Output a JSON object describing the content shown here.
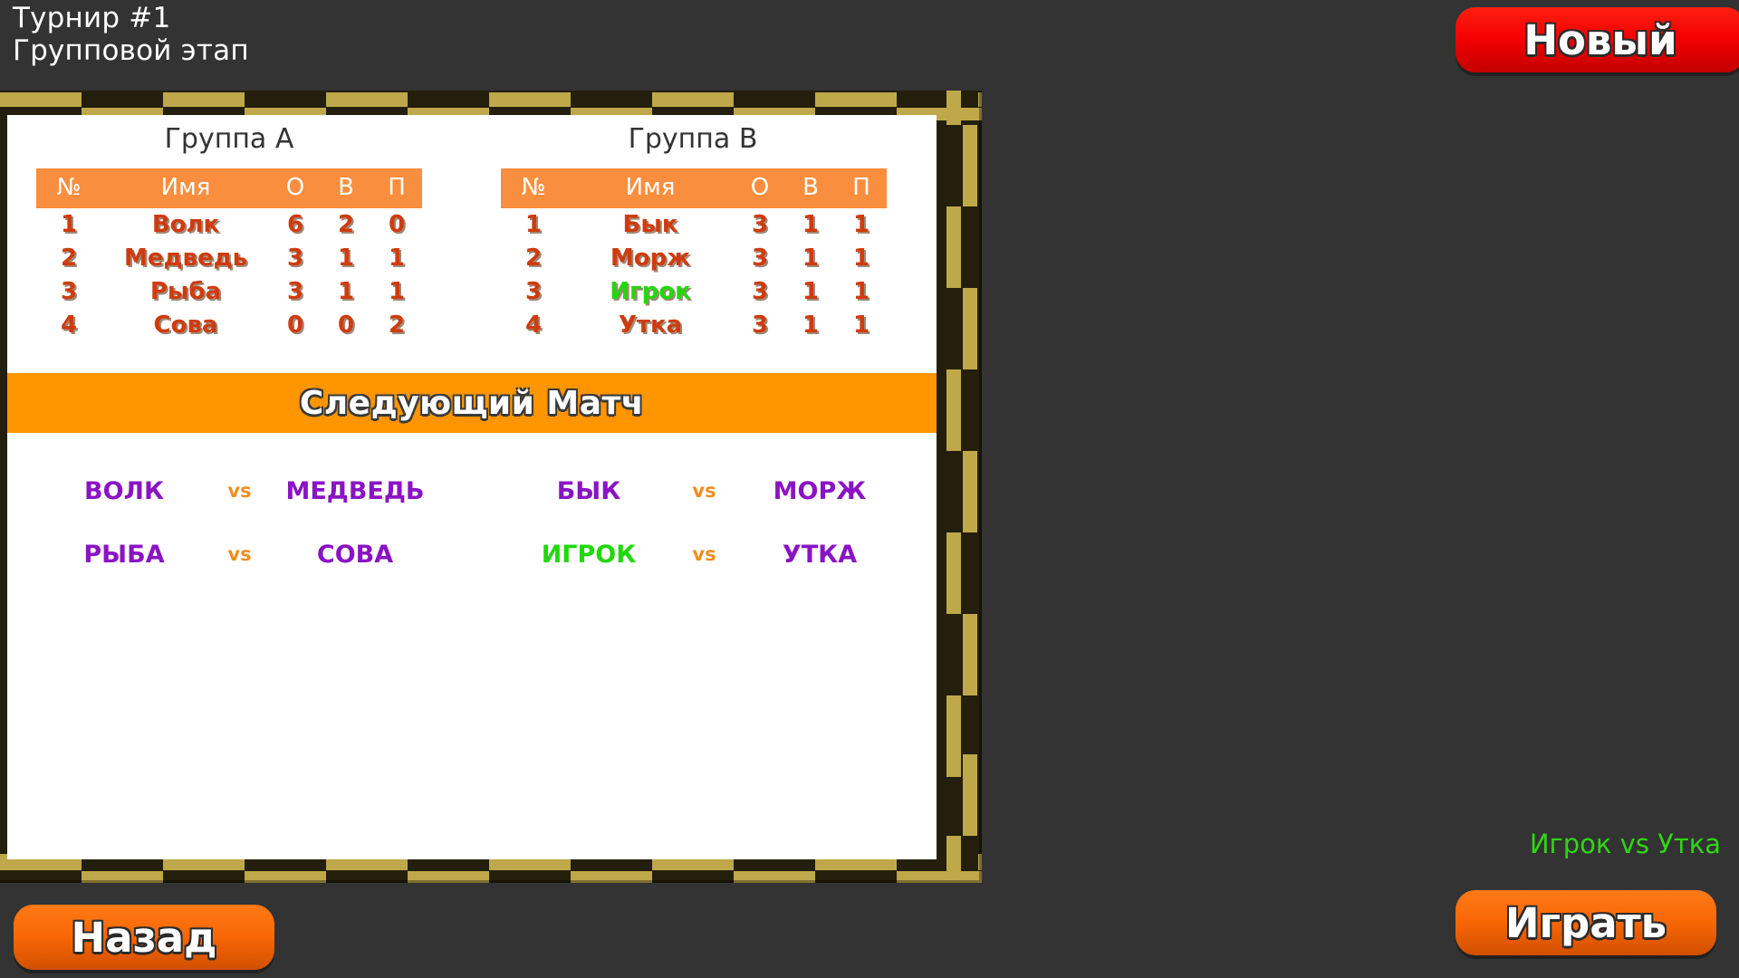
{
  "header": {
    "tournament_title": "Турнир #1",
    "stage_title": "Групповой этап"
  },
  "buttons": {
    "new_label": "Новый",
    "back_label": "Назад",
    "play_label": "Играть"
  },
  "upcoming": {
    "hint": "Игрок vs Утка"
  },
  "groups": [
    {
      "title": "Группа A",
      "columns": [
        "№",
        "Имя",
        "О",
        "В",
        "П"
      ],
      "rows": [
        {
          "num": "1",
          "name": "Волк",
          "points": "6",
          "wins": "2",
          "losses": "0",
          "highlight": false
        },
        {
          "num": "2",
          "name": "Медведь",
          "points": "3",
          "wins": "1",
          "losses": "1",
          "highlight": false
        },
        {
          "num": "3",
          "name": "Рыба",
          "points": "3",
          "wins": "1",
          "losses": "1",
          "highlight": false
        },
        {
          "num": "4",
          "name": "Сова",
          "points": "0",
          "wins": "0",
          "losses": "2",
          "highlight": false
        }
      ]
    },
    {
      "title": "Группа B",
      "columns": [
        "№",
        "Имя",
        "О",
        "В",
        "П"
      ],
      "rows": [
        {
          "num": "1",
          "name": "Бык",
          "points": "3",
          "wins": "1",
          "losses": "1",
          "highlight": false
        },
        {
          "num": "2",
          "name": "Морж",
          "points": "3",
          "wins": "1",
          "losses": "1",
          "highlight": false
        },
        {
          "num": "3",
          "name": "Игрок",
          "points": "3",
          "wins": "1",
          "losses": "1",
          "highlight": true
        },
        {
          "num": "4",
          "name": "Утка",
          "points": "3",
          "wins": "1",
          "losses": "1",
          "highlight": false
        }
      ]
    }
  ],
  "next_match": {
    "banner_label": "Следующий Матч",
    "vs_label": "vs",
    "pairings": [
      {
        "home": "ВОЛК",
        "away": "МЕДВЕДЬ",
        "home_highlight": false,
        "away_highlight": false
      },
      {
        "home": "БЫК",
        "away": "МОРЖ",
        "home_highlight": false,
        "away_highlight": false
      },
      {
        "home": "РЫБА",
        "away": "СОВА",
        "home_highlight": false,
        "away_highlight": false
      },
      {
        "home": "ИГРОК",
        "away": "УТКА",
        "home_highlight": true,
        "away_highlight": false
      }
    ]
  },
  "colors": {
    "background": "#333333",
    "panel": "#ffffff",
    "table_header": "#f98e3e",
    "banner": "#ff9500",
    "table_text": "#cf3b0e",
    "highlight": "#22d80c",
    "team_text": "#8a14c4",
    "vs_text": "#f28d1e",
    "frame_gold": "#bfa84a",
    "frame_dark": "#241f0c",
    "new_button": "#f30000",
    "action_button": "#f96705"
  }
}
